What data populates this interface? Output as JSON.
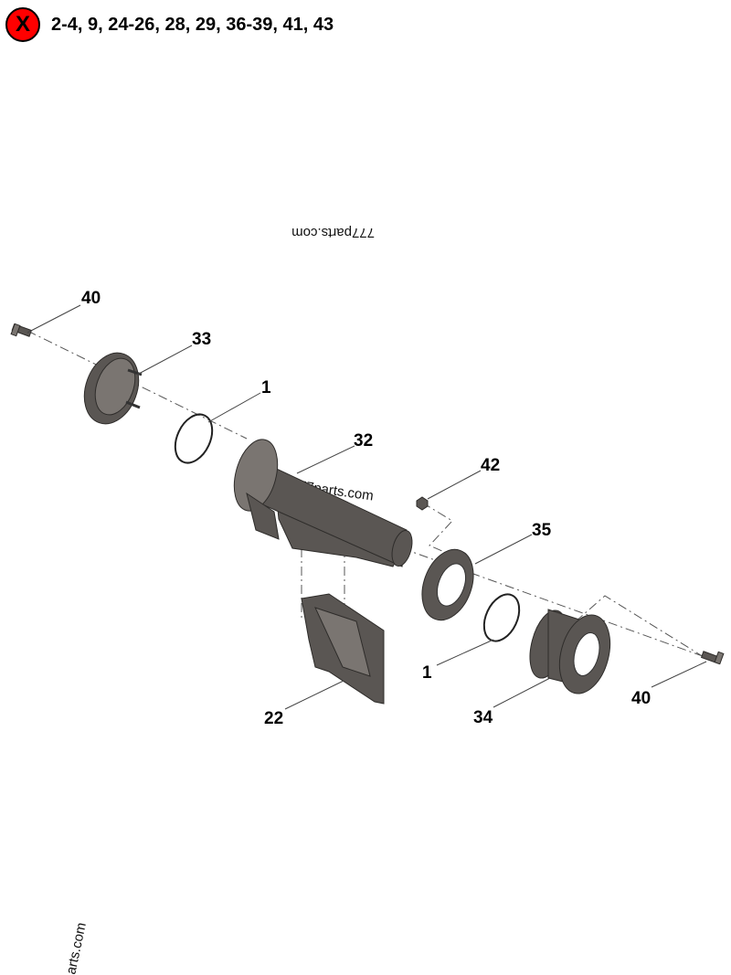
{
  "header": {
    "excluded_icon": "x-circle-icon",
    "excluded_icon_glyph": "X",
    "excluded_items": "2-4, 9, 24-26, 28, 29, 36-39, 41, 43",
    "badge_color": "#ff0000"
  },
  "watermarks": {
    "top": "777parts.com",
    "center": "777parts.com",
    "bottom_left": "arts.com"
  },
  "callouts": [
    {
      "label": "40"
    },
    {
      "label": "33"
    },
    {
      "label": "1"
    },
    {
      "label": "32"
    },
    {
      "label": "42"
    },
    {
      "label": "35"
    },
    {
      "label": "1"
    },
    {
      "label": "34"
    },
    {
      "label": "40"
    },
    {
      "label": "22"
    }
  ]
}
